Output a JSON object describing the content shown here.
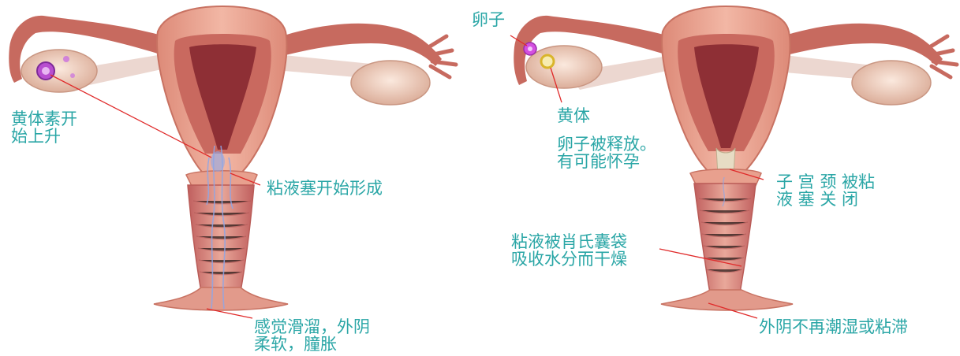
{
  "colors": {
    "label_teal": "#2aa6a6",
    "leader_red": "#e02a2a",
    "tissue_outer": "#e8a08e",
    "tissue_inner": "#c9695f",
    "cavity_dark": "#8e2f35",
    "ovary": "#efd6c8",
    "mucus_blue": "#8fa6e6",
    "egg_purple": "#c94be0",
    "corpus_luteum_yellow": "#e6c93a"
  },
  "left_panel": {
    "label_progesterone": "黄体素开\n始上升",
    "label_mucus_plug": "粘液塞开始形成",
    "label_vulva": "感觉滑溜，外阴\n柔软，膧胀"
  },
  "right_panel": {
    "label_egg": "卵子",
    "label_corpus_luteum": "黄体",
    "label_release": "卵子被释放。\n有可能怀孕",
    "label_cervix_closed": "子 宫 颈 被粘\n液 塞 关 闭",
    "label_absorbed": "粘液被肖氏囊袋\n吸收水分而干燥",
    "label_vulva_dry": "外阴不再潮湿或粘滞"
  }
}
